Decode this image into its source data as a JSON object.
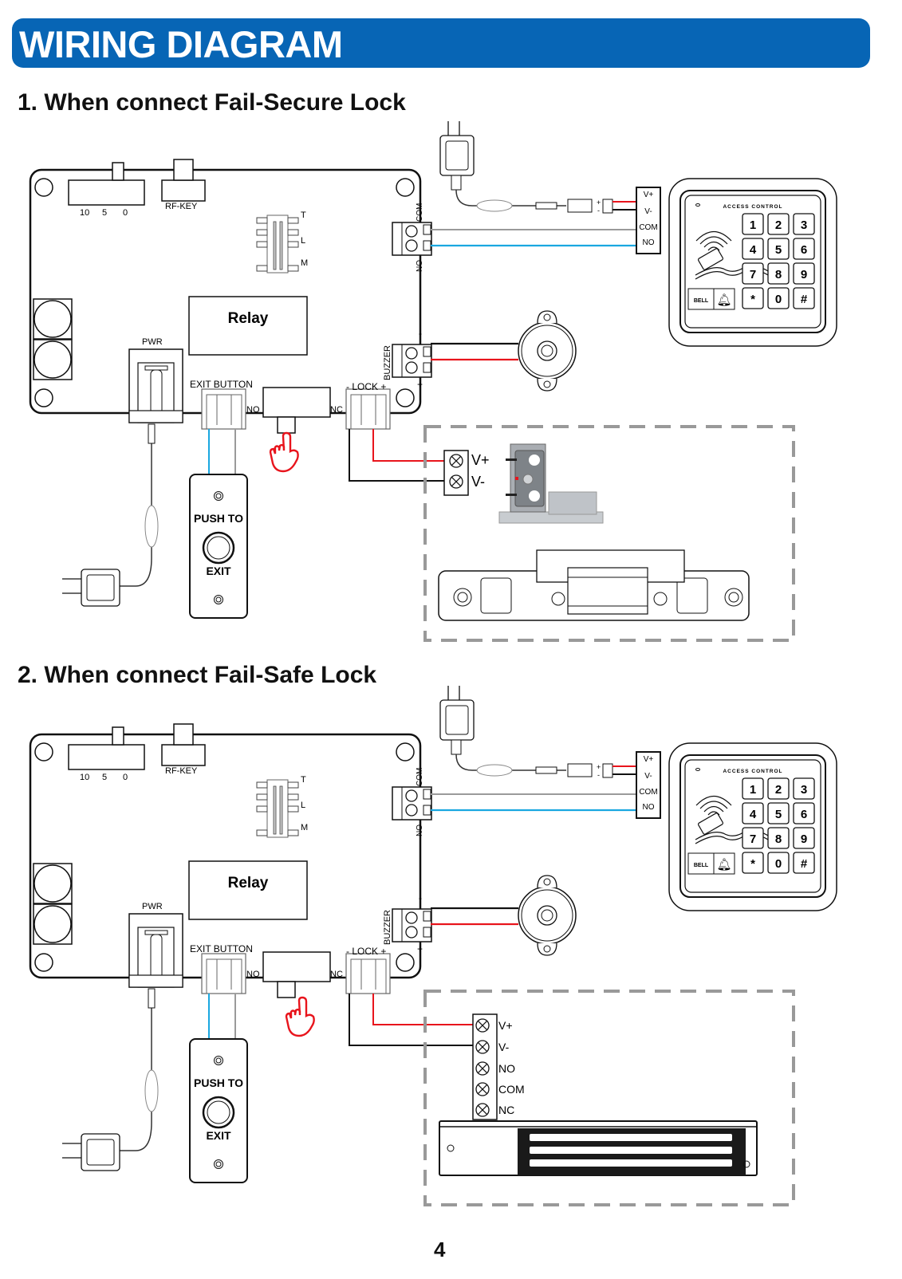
{
  "header": {
    "title": "WIRING DIAGRAM",
    "color": "#0765b5"
  },
  "sections": [
    {
      "title": "1. When connect Fail-Secure Lock",
      "lock_type": "fail-secure",
      "lock_terminals": [
        "V+",
        "V-"
      ]
    },
    {
      "title": "2. When connect Fail-Safe Lock",
      "lock_type": "fail-safe",
      "lock_terminals": [
        "V+",
        "V-",
        "NO",
        "COM",
        "NC"
      ]
    }
  ],
  "board": {
    "delay_switch_labels": [
      "10",
      "5",
      "0"
    ],
    "rf_key_label": "RF-KEY",
    "mode_labels": [
      "T",
      "L",
      "M"
    ],
    "relay_label": "Relay",
    "pwr_label": "PWR",
    "exit_button_label": "EXIT BUTTON",
    "lock_label": "- LOCK +",
    "no_label": "NO",
    "nc_label": "NC",
    "com_label": "COM",
    "buzzer_label": "BUZZER",
    "minus": "-",
    "plus": "+"
  },
  "reader_terminal": {
    "labels": [
      "V+",
      "V-",
      "COM",
      "NO"
    ]
  },
  "dc_connector": {
    "plus": "+",
    "minus": "-"
  },
  "keypad": {
    "brand": "ACCESS CONTROL",
    "keys": [
      "1",
      "2",
      "3",
      "4",
      "5",
      "6",
      "7",
      "8",
      "9",
      "*",
      "0",
      "#"
    ],
    "bell_label": "BELL"
  },
  "exit_button": {
    "line1": "PUSH TO",
    "line2": "EXIT"
  },
  "wire_colors": {
    "red": "#e8141c",
    "black": "#111111",
    "blue": "#1aa7e0",
    "gray": "#9a9a9a"
  },
  "page_number": "4"
}
